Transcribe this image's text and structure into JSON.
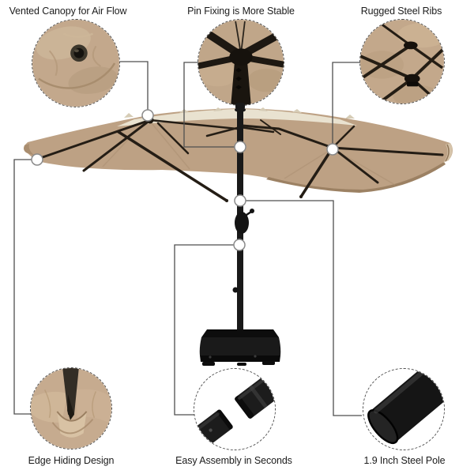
{
  "product_diagram": {
    "callouts": {
      "vented_canopy": {
        "label": "Vented Canopy for Air Flow"
      },
      "pin_fixing": {
        "label": "Pin Fixing is More Stable"
      },
      "steel_ribs": {
        "label": "Rugged Steel Ribs"
      },
      "edge_hiding": {
        "label": "Edge Hiding Design"
      },
      "easy_assembly": {
        "label": "Easy Assembly in Seconds"
      },
      "steel_pole": {
        "label": "1.9 Inch Steel Pole"
      }
    },
    "colors": {
      "canopy": "#bda184",
      "canopy_top": "#e9e2d0",
      "canopy_shadow": "#9c8163",
      "frame": "#1a1a1a",
      "callout_line": "#4f4f4f",
      "marker_ring": "#8a8a8a",
      "text": "#1c1c1c",
      "background": "#ffffff"
    }
  }
}
